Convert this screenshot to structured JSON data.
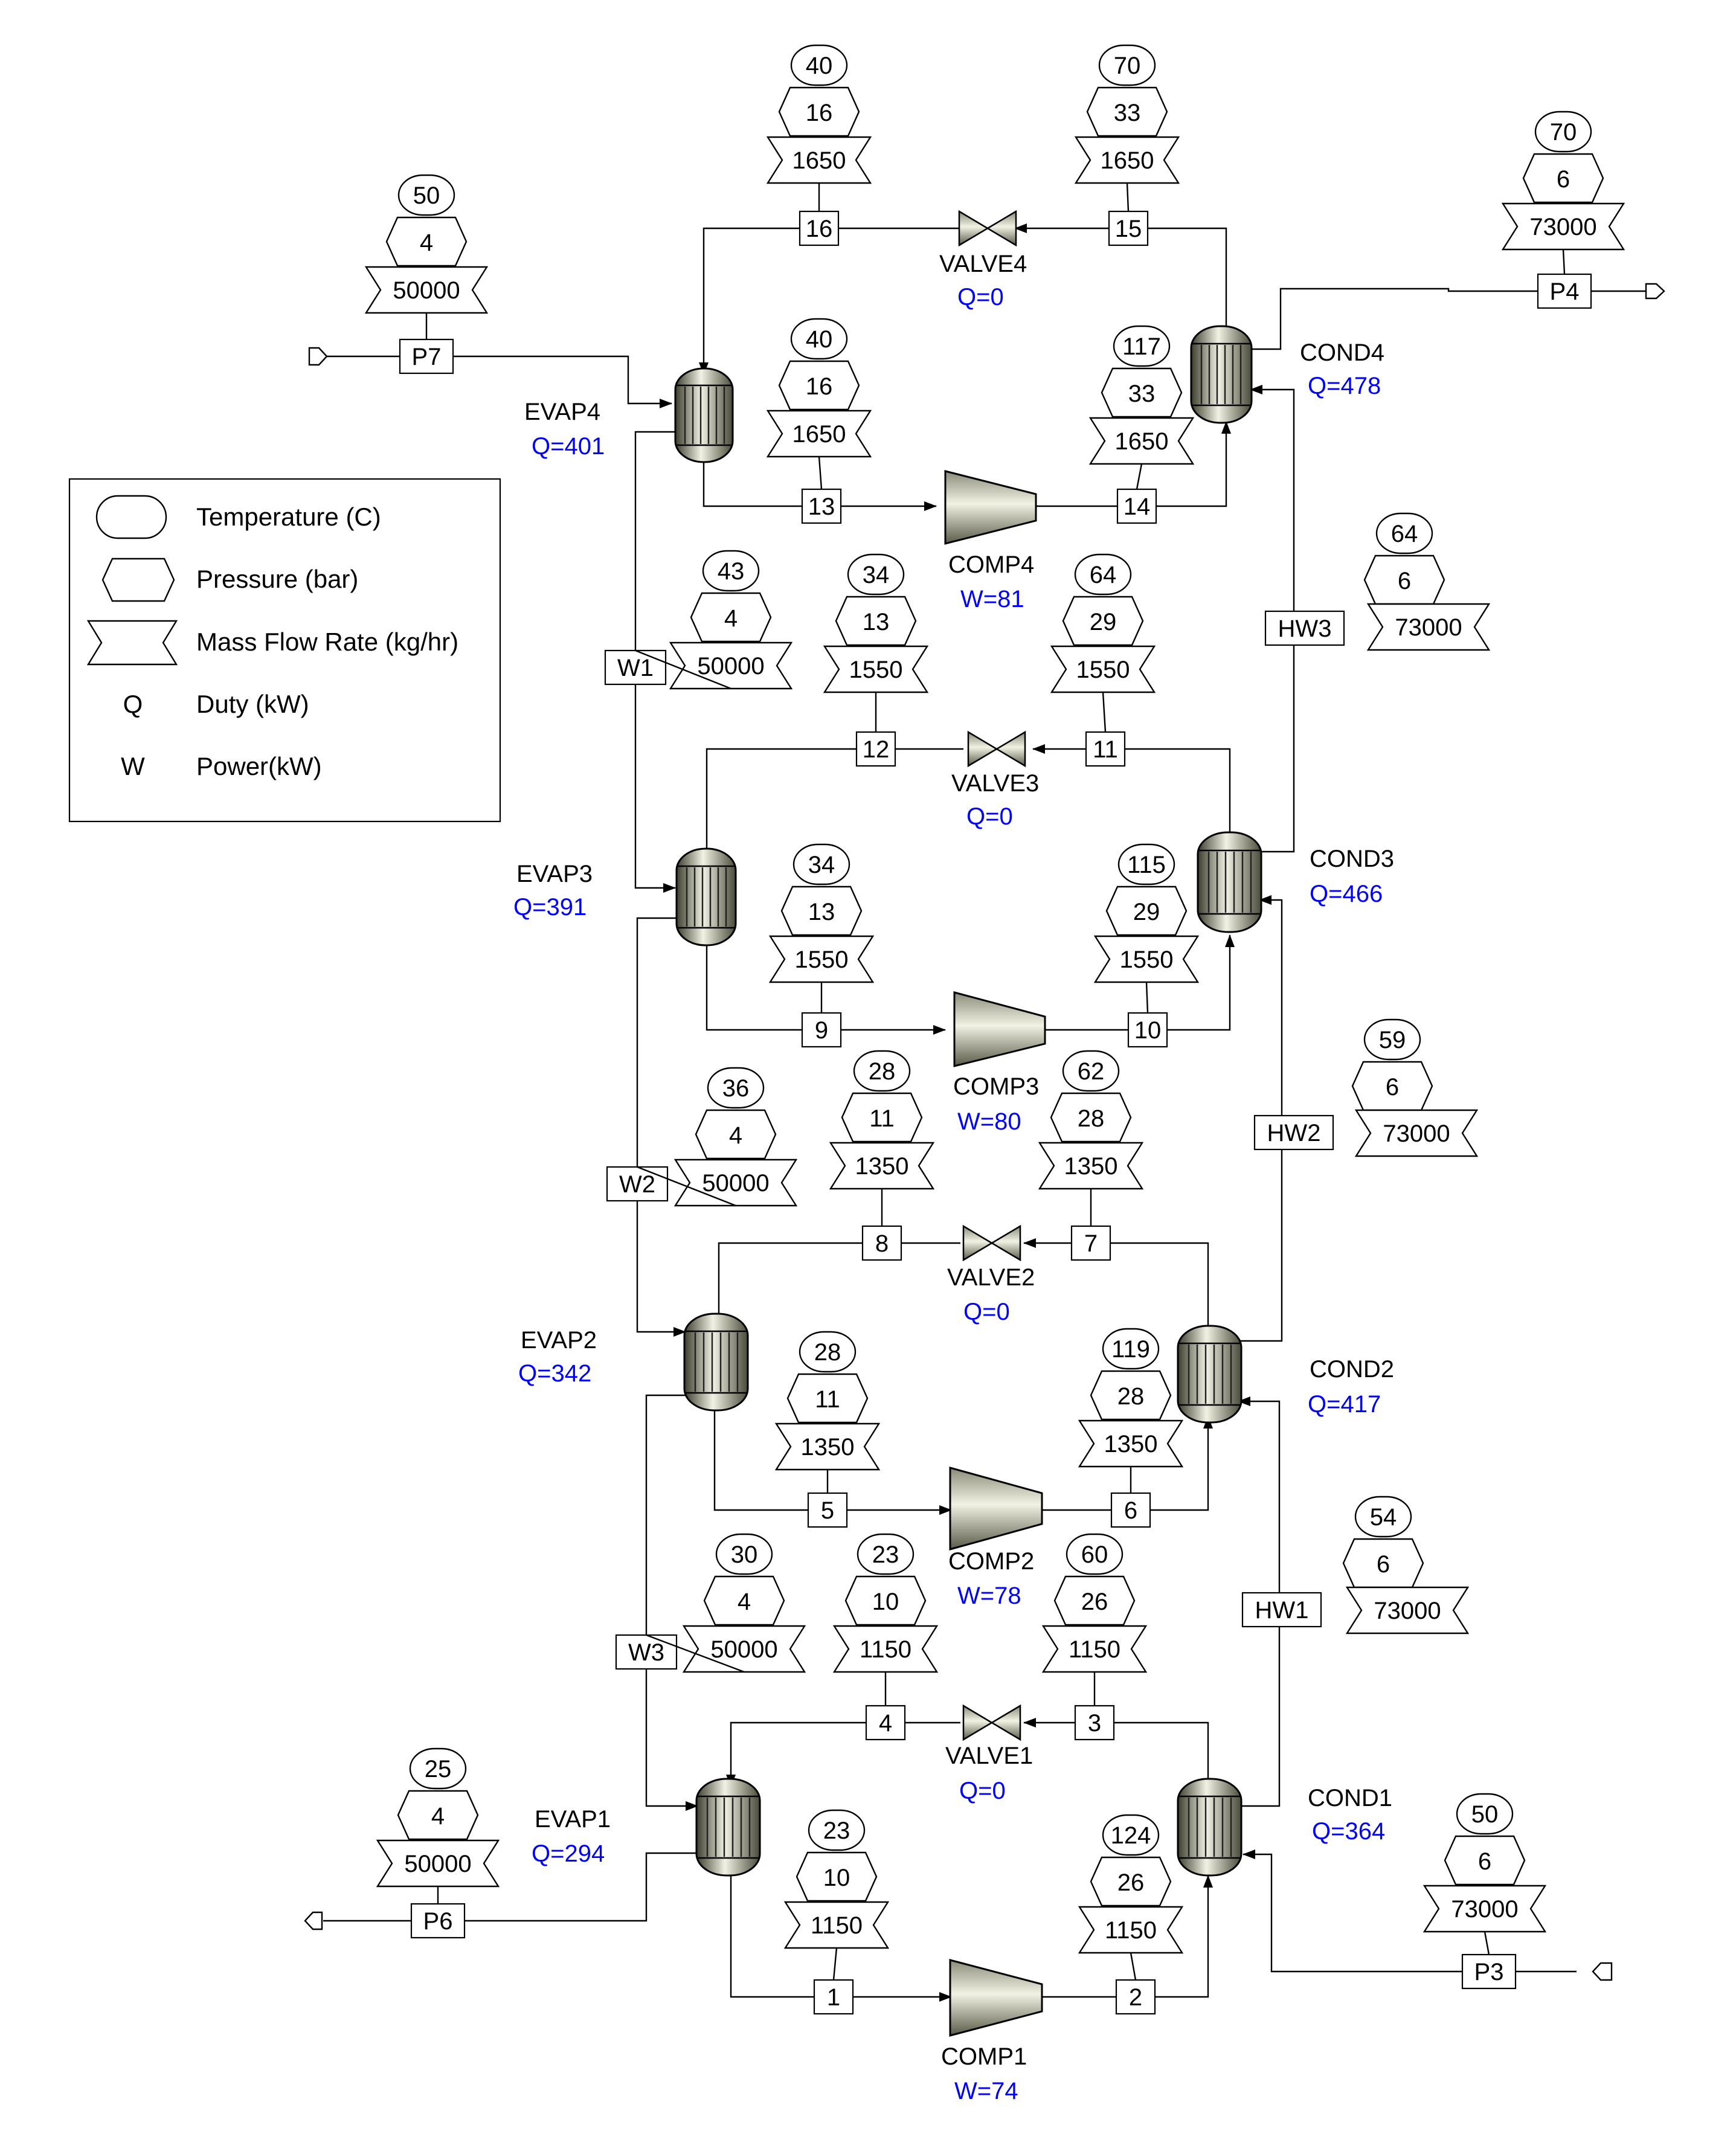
{
  "legend": {
    "temperature": "Temperature (C)",
    "pressure": "Pressure (bar)",
    "mass_flow": "Mass Flow Rate (kg/hr)",
    "duty_symbol": "Q",
    "duty": "Duty (kW)",
    "power_symbol": "W",
    "power": "Power(kW)"
  },
  "units": {
    "evaporators": [
      {
        "name": "EVAP1",
        "duty": "Q=294"
      },
      {
        "name": "EVAP2",
        "duty": "Q=342"
      },
      {
        "name": "EVAP3",
        "duty": "Q=391"
      },
      {
        "name": "EVAP4",
        "duty": "Q=401"
      }
    ],
    "condensers": [
      {
        "name": "COND1",
        "duty": "Q=364"
      },
      {
        "name": "COND2",
        "duty": "Q=417"
      },
      {
        "name": "COND3",
        "duty": "Q=466"
      },
      {
        "name": "COND4",
        "duty": "Q=478"
      }
    ],
    "compressors": [
      {
        "name": "COMP1",
        "power": "W=74"
      },
      {
        "name": "COMP2",
        "power": "W=78"
      },
      {
        "name": "COMP3",
        "power": "W=80"
      },
      {
        "name": "COMP4",
        "power": "W=81"
      }
    ],
    "valves": [
      {
        "name": "VALVE1",
        "duty": "Q=0"
      },
      {
        "name": "VALVE2",
        "duty": "Q=0"
      },
      {
        "name": "VALVE3",
        "duty": "Q=0"
      },
      {
        "name": "VALVE4",
        "duty": "Q=0"
      }
    ]
  },
  "streams": [
    {
      "id": "1",
      "T": "23",
      "P": "10",
      "F": "1150"
    },
    {
      "id": "2",
      "T": "124",
      "P": "26",
      "F": "1150"
    },
    {
      "id": "3",
      "T": "60",
      "P": "26",
      "F": "1150"
    },
    {
      "id": "4",
      "T": "23",
      "P": "10",
      "F": "1150"
    },
    {
      "id": "5",
      "T": "28",
      "P": "11",
      "F": "1350"
    },
    {
      "id": "6",
      "T": "119",
      "P": "28",
      "F": "1350"
    },
    {
      "id": "7",
      "T": "62",
      "P": "28",
      "F": "1350"
    },
    {
      "id": "8",
      "T": "28",
      "P": "11",
      "F": "1350"
    },
    {
      "id": "9",
      "T": "34",
      "P": "13",
      "F": "1550"
    },
    {
      "id": "10",
      "T": "115",
      "P": "29",
      "F": "1550"
    },
    {
      "id": "11",
      "T": "64",
      "P": "29",
      "F": "1550"
    },
    {
      "id": "12",
      "T": "34",
      "P": "13",
      "F": "1550"
    },
    {
      "id": "13",
      "T": "40",
      "P": "16",
      "F": "1650"
    },
    {
      "id": "14",
      "T": "117",
      "P": "33",
      "F": "1650"
    },
    {
      "id": "15",
      "T": "70",
      "P": "33",
      "F": "1650"
    },
    {
      "id": "16",
      "T": "40",
      "P": "16",
      "F": "1650"
    },
    {
      "id": "P7",
      "T": "50",
      "P": "4",
      "F": "50000"
    },
    {
      "id": "W1",
      "T": "43",
      "P": "4",
      "F": "50000"
    },
    {
      "id": "W2",
      "T": "36",
      "P": "4",
      "F": "50000"
    },
    {
      "id": "W3",
      "T": "30",
      "P": "4",
      "F": "50000"
    },
    {
      "id": "P6",
      "T": "25",
      "P": "4",
      "F": "50000"
    },
    {
      "id": "P3",
      "T": "50",
      "P": "6",
      "F": "73000"
    },
    {
      "id": "HW1",
      "T": "54",
      "P": "6",
      "F": "73000"
    },
    {
      "id": "HW2",
      "T": "59",
      "P": "6",
      "F": "73000"
    },
    {
      "id": "HW3",
      "T": "64",
      "P": "6",
      "F": "73000"
    },
    {
      "id": "P4",
      "T": "70",
      "P": "6",
      "F": "73000"
    }
  ]
}
